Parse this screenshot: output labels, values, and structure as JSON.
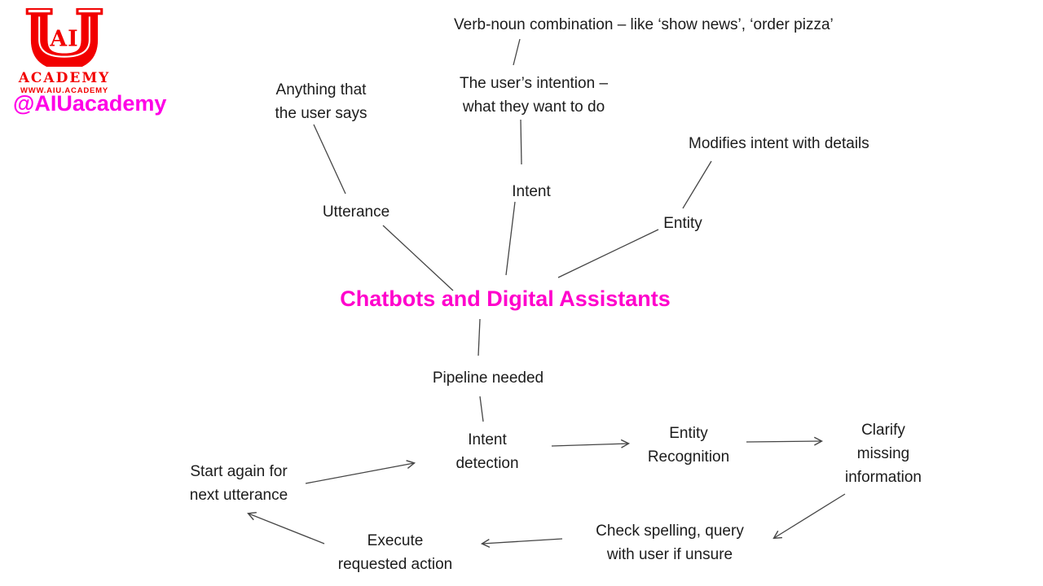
{
  "branding": {
    "logo": {
      "u": "U",
      "ai": "AI",
      "academy": "ACADEMY",
      "website": "WWW.AIU.ACADEMY"
    },
    "handle": "@AIUacademy"
  },
  "colors": {
    "logo_red": "#F20000",
    "handle_magenta": "#FF00E6",
    "title_magenta": "#FF00CC",
    "text": "#1C1C1C",
    "connector_line": "#454545"
  },
  "diagram": {
    "title": "Chatbots and Digital Assistants",
    "nodes": {
      "verb_noun": "Verb-noun combination – like ‘show news’, ‘order pizza’",
      "anything_user_says": "Anything that\nthe user says",
      "users_intention": "The user’s intention –\nwhat they want to do",
      "modifies_intent": "Modifies intent with details",
      "utterance": "Utterance",
      "intent": "Intent",
      "entity": "Entity",
      "pipeline_needed": "Pipeline needed",
      "intent_detection": "Intent\ndetection",
      "entity_recognition": "Entity\nRecognition",
      "clarify_missing": "Clarify\nmissing\ninformation",
      "start_again": "Start again for\nnext utterance",
      "check_spelling": "Check spelling, query\nwith user if unsure",
      "execute_action": "Execute\nrequested action"
    }
  }
}
